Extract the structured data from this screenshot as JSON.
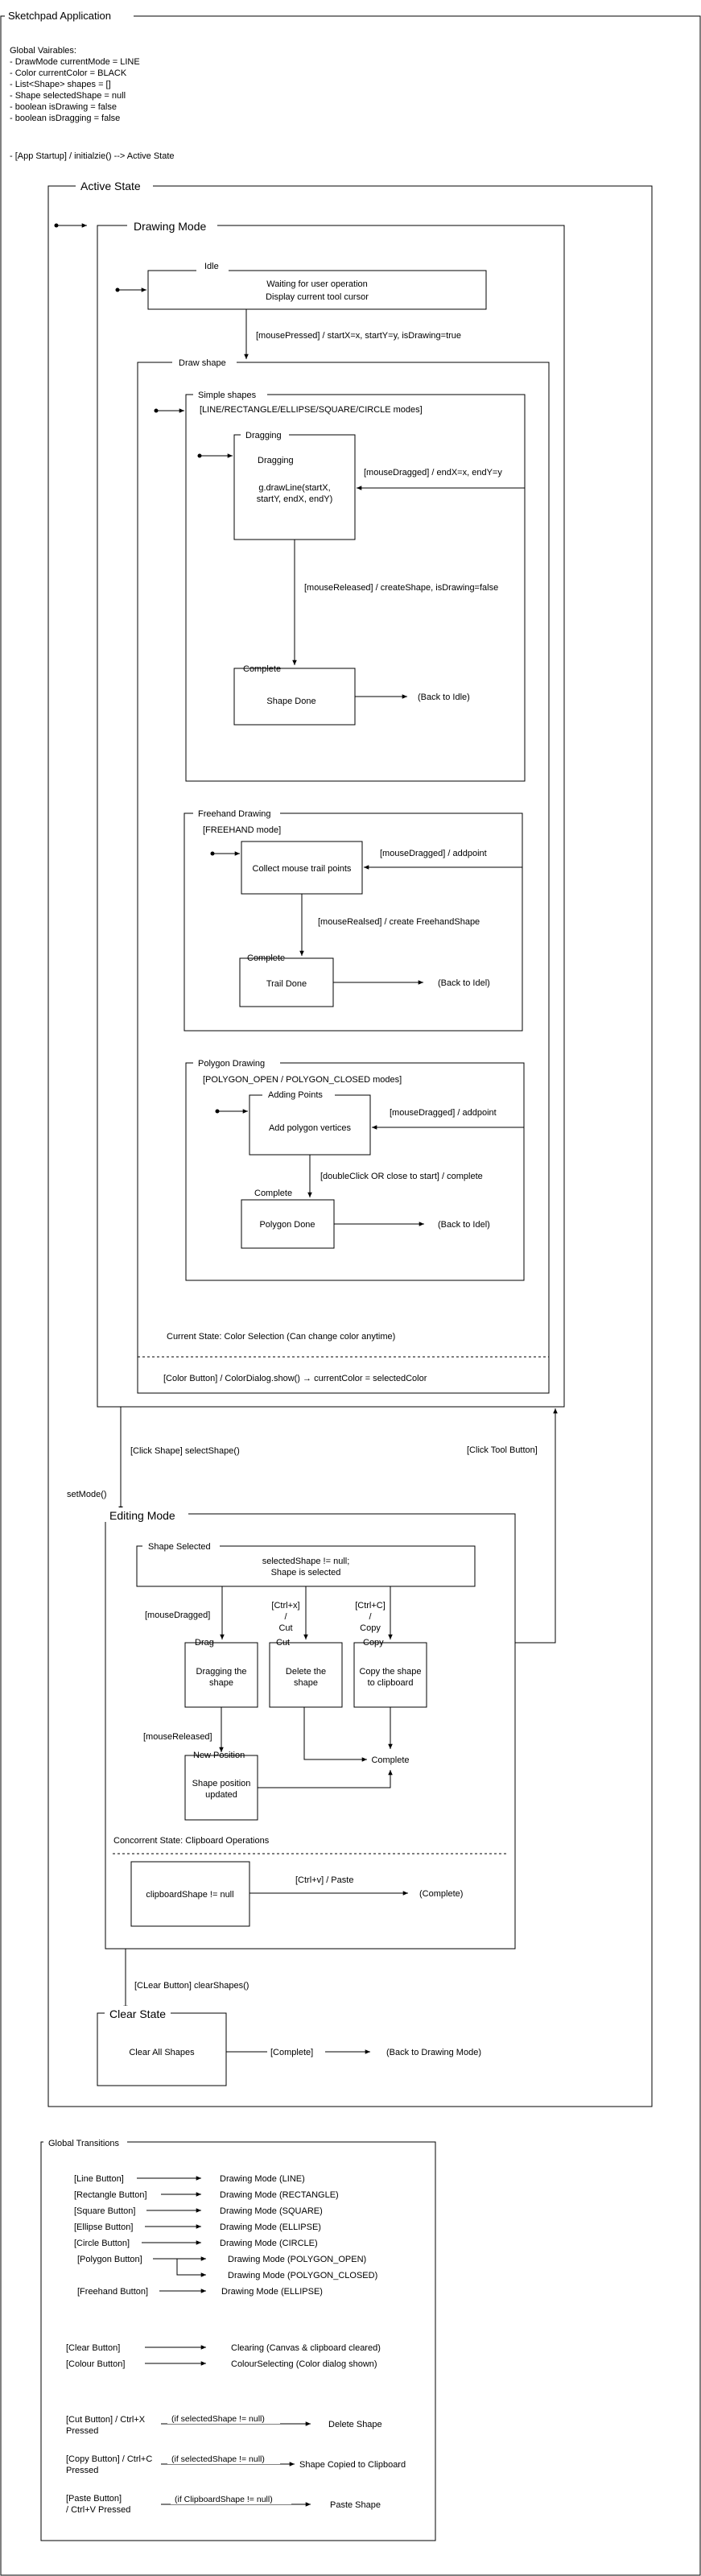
{
  "app": {
    "title": "Sketchpad Application"
  },
  "globals": {
    "heading": "Global Vairables:",
    "lines": [
      "- DrawMode currentMode = LINE",
      "- Color currentColor = BLACK",
      "- List<Shape> shapes = []",
      "- Shape selectedShape = null",
      "- boolean isDrawing = false",
      "- boolean isDragging = false"
    ],
    "startup": "- [App Startup] / initialzie() --> Active State"
  },
  "active_state": {
    "title": "Active State"
  },
  "drawing_mode": {
    "title": "Drawing Mode",
    "idle": {
      "title": "Idle",
      "line1": "Waiting for user operation",
      "line2": "Display current tool cursor"
    },
    "mouse_pressed": "[mousePressed] / startX=x, startY=y, isDrawing=true",
    "draw_shape_title": "Draw shape",
    "simple": {
      "title": "Simple shapes",
      "modes": "[LINE/RECTANGLE/ELLIPSE/SQUARE/CIRCLE modes]",
      "dragging_title": "Dragging",
      "dragging_lines": [
        "Dragging",
        "g.drawLine(startX,",
        "startY, endX, endY)"
      ],
      "mouse_dragged": "[mouseDragged] / endX=x, endY=y",
      "mouse_released": "[mouseReleased] / createShape, isDrawing=false",
      "complete_title": "Complete",
      "complete_text": "Shape Done",
      "back": "(Back to Idle)"
    },
    "freehand": {
      "title": "Freehand Drawing",
      "mode": "[FREEHAND mode]",
      "collect": "Collect mouse trail points",
      "mouse_dragged": "[mouseDragged] / addpoint",
      "mouse_released": "[mouseRealsed] / create FreehandShape",
      "complete_title": "Complete",
      "complete_text": "Trail Done",
      "back": "(Back to Idel)"
    },
    "polygon": {
      "title": "Polygon Drawing",
      "modes": "[POLYGON_OPEN / POLYGON_CLOSED modes]",
      "adding_title": "Adding Points",
      "adding_text": "Add polygon vertices",
      "mouse_dragged": "[mouseDragged] / addpoint",
      "double_click": "[doubleClick OR close to start] /  complete",
      "complete_title": "Complete",
      "complete_text": "Polygon Done",
      "back": "(Back to Idel)"
    },
    "color_current": "Current State: Color Selection (Can change color anytime)",
    "color_button": "[Color Button] / ColorDialog.show() → currentColor = selectedColor"
  },
  "transitions": {
    "click_shape": "[Click Shape] selectShape()",
    "click_tool": "[Click Tool Button]",
    "set_mode": "setMode()",
    "clear_button": "[CLear Button] clearShapes()"
  },
  "editing_mode": {
    "title": "Editing Mode",
    "selected_title": "Shape Selected",
    "selected_line1": "selectedShape != null;",
    "selected_line2": "Shape is selected",
    "drag_label": "[mouseDragged]",
    "cut_label": [
      "[Ctrl+x]",
      "/",
      "Cut"
    ],
    "copy_label": [
      "[Ctrl+C]",
      "/",
      "Copy"
    ],
    "drag_title": "Drag",
    "drag_text": [
      "Dragging the",
      "shape"
    ],
    "cut_title": "Cut",
    "cut_text": [
      "Delete the",
      "shape"
    ],
    "copy_title": "Copy",
    "copy_text": [
      "Copy the shape",
      "to clipboard"
    ],
    "mouse_released": "[mouseReleased]",
    "new_position_title": "New Position",
    "new_position_text": [
      "Shape position",
      "updated"
    ],
    "complete": "Complete",
    "clipboard_title": "Concorrent State: Clipboard Operations",
    "clipboard_null": "clipboardShape != null",
    "paste": "[Ctrl+v] / Paste",
    "paste_complete": "(Complete)"
  },
  "clear_state": {
    "title": "Clear State",
    "text": "Clear All Shapes",
    "complete": "[Complete]",
    "back": "(Back to Drawing Mode)"
  },
  "global_transitions": {
    "title": "Global Transitions",
    "tools": [
      {
        "button": "[Line Button]",
        "target": "Drawing Mode (LINE)"
      },
      {
        "button": "[Rectangle Button]",
        "target": "Drawing Mode (RECTANGLE)"
      },
      {
        "button": "[Square Button]",
        "target": "Drawing Mode (SQUARE)"
      },
      {
        "button": "[Ellipse Button]",
        "target": "Drawing Mode (ELLIPSE)"
      },
      {
        "button": "[Circle Button]",
        "target": "Drawing Mode (CIRCLE)"
      },
      {
        "button": "[Polygon Button]",
        "target": "Drawing Mode (POLYGON_OPEN)",
        "target2": "Drawing Mode (POLYGON_CLOSED)"
      },
      {
        "button": "[Freehand Button]",
        "target": "Drawing Mode (ELLIPSE)"
      }
    ],
    "clear": {
      "button": "[Clear Button]",
      "target": "Clearing (Canvas & clipboard cleared)"
    },
    "colour": {
      "button": "[Colour Button]",
      "target": "ColourSelecting (Color dialog shown)"
    },
    "cut": {
      "button": [
        "[Cut Button] / Ctrl+X",
        "Pressed"
      ],
      "cond": "(if selectedShape != null)",
      "target": "Delete Shape"
    },
    "copy": {
      "button": [
        "[Copy Button] / Ctrl+C",
        "Pressed"
      ],
      "cond": "(if selectedShape != null)",
      "target": "Shape Copied to Clipboard"
    },
    "paste": {
      "button": [
        "[Paste Button]",
        "/ Ctrl+V Pressed"
      ],
      "cond": "(if ClipboardShape != null)",
      "target": "Paste Shape"
    }
  }
}
